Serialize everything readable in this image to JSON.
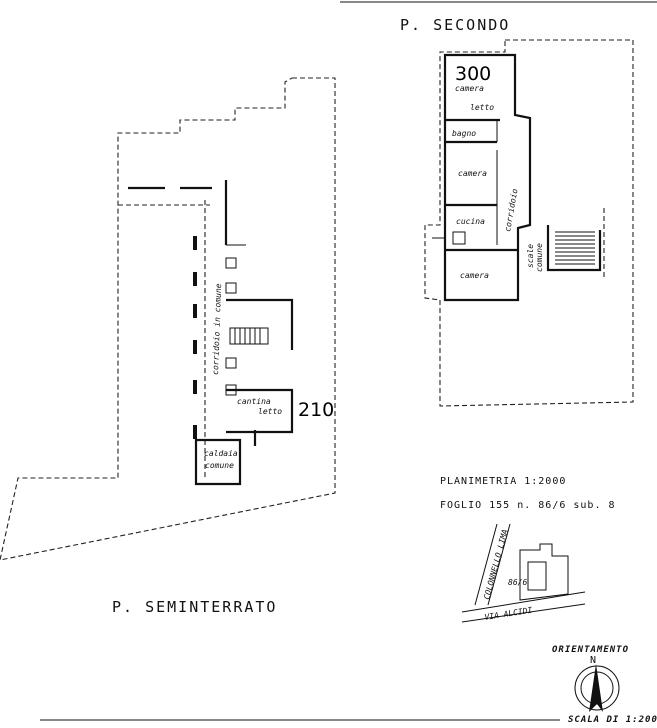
{
  "titles": {
    "upper_floor": "P. SECONDO",
    "basement": "P. SEMINTERRATO"
  },
  "upper_rooms": {
    "unit_number": "300",
    "camera_top": "camera",
    "letto_top": "letto",
    "bagno": "bagno",
    "camera_mid": "camera",
    "corridoio": "corridoio",
    "cucina": "cucina",
    "camera_low": "camera",
    "scale_label": "scale",
    "comune_label": "comune"
  },
  "basement_rooms": {
    "corridoio_comune": "corridoio in comune",
    "cantina": "cantina",
    "letto": "letto",
    "unit_number": "210",
    "caldaia": "caldaia",
    "comune": "comune"
  },
  "metadata": {
    "planimetria": "PLANIMETRIA   1:2000",
    "foglio": "FOGLIO   155   n. 86/6   sub. 8"
  },
  "site_map": {
    "street_vertical": "COLONNELLO LIMA",
    "street_bottom": "VIA ALCIDI",
    "parcel_label": "86/6"
  },
  "orientation": {
    "label": "ORIENTAMENTO",
    "north": "N",
    "scale_text": "SCALA DI 1:200"
  }
}
